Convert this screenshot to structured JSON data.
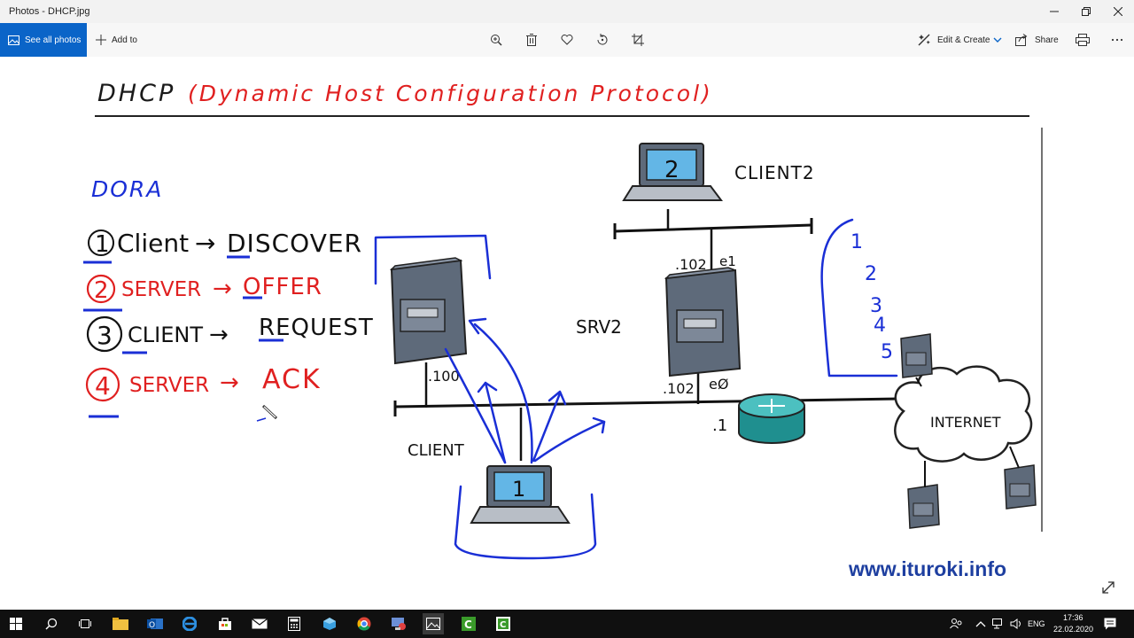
{
  "window": {
    "title": "Photos - DHCP.jpg"
  },
  "toolbar": {
    "see_all": "See all photos",
    "add_to": "Add to",
    "edit_create": "Edit & Create",
    "share": "Share"
  },
  "photo": {
    "heading_black": "DHCP",
    "heading_red": "(Dynamic Host Configuration Protocol)",
    "dora": "DORA",
    "steps": [
      {
        "num": "1",
        "who": "Client",
        "arrow": "→",
        "msg": "DISCOVER"
      },
      {
        "num": "2",
        "who": "SERVER",
        "arrow": "→",
        "msg": "OFFER"
      },
      {
        "num": "3",
        "who": "CLIENT",
        "arrow": "→",
        "msg": "REQUEST"
      },
      {
        "num": "4",
        "who": "SERVER",
        "arrow": "→",
        "msg": "ACK"
      }
    ],
    "client2_label": "CLIENT2",
    "client2_num": "2",
    "client_label": "CLIENT",
    "client_num": "1",
    "srv2_label": "SRV2",
    "ip_server": ".100",
    "ip_srv2_top": ".102",
    "e1": "e1",
    "ip_srv2_bottom": ".102",
    "e0": "eØ",
    "ip_router": ".1",
    "internet": "INTERNET",
    "side_numbers": [
      "1",
      "2",
      "3",
      "4",
      "5"
    ],
    "watermark": "www.ituroki.info"
  },
  "taskbar": {
    "lang": "ENG",
    "time": "17:36",
    "date": "22.02.2020"
  },
  "colors": {
    "accent": "#0a64c8",
    "pen_blue": "#1a2fd6",
    "pen_red": "#e02020",
    "server_gray": "#5e6a7a",
    "screen_blue": "#63b6e6",
    "router_teal": "#1f8f8f",
    "watermark": "#1e3fa0"
  }
}
